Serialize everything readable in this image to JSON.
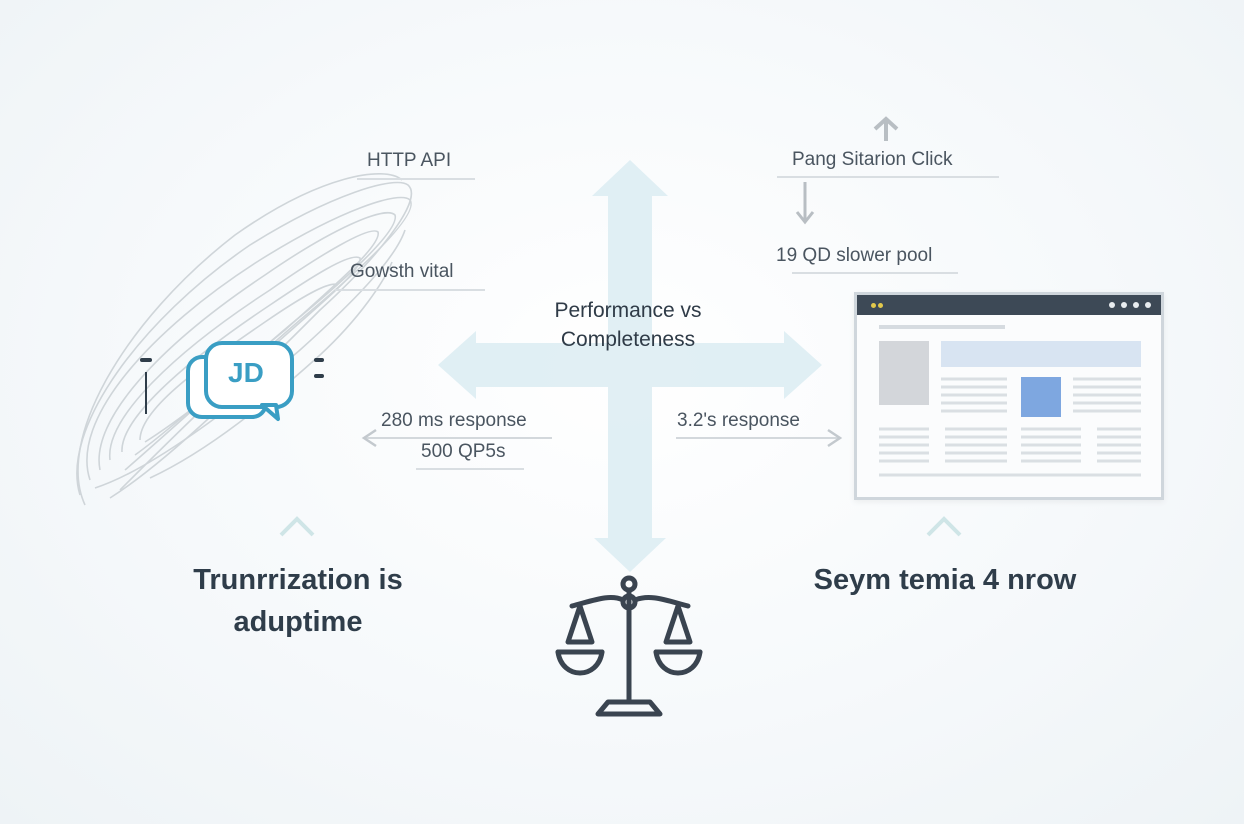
{
  "center": {
    "title_line1": "Performance vs",
    "title_line2": "Completeness"
  },
  "left": {
    "label_top": "HTTP API",
    "label_mid": "Gowsth vital",
    "icon_text": "JD",
    "metric_response": "280 ms response",
    "metric_qps": "500 QP5s",
    "caption_line1": "Trunrrization is",
    "caption_line2": "aduptime"
  },
  "right": {
    "label_top": "Pang Sitarion Click",
    "label_mid": "19 QD slower pool",
    "metric_response": "3.2's response",
    "caption": "Seym temia 4 nrow"
  },
  "colors": {
    "accent_teal": "#3a9ec4",
    "arrow_pale": "#dcedf3",
    "dark_text": "#2f3d4a"
  }
}
